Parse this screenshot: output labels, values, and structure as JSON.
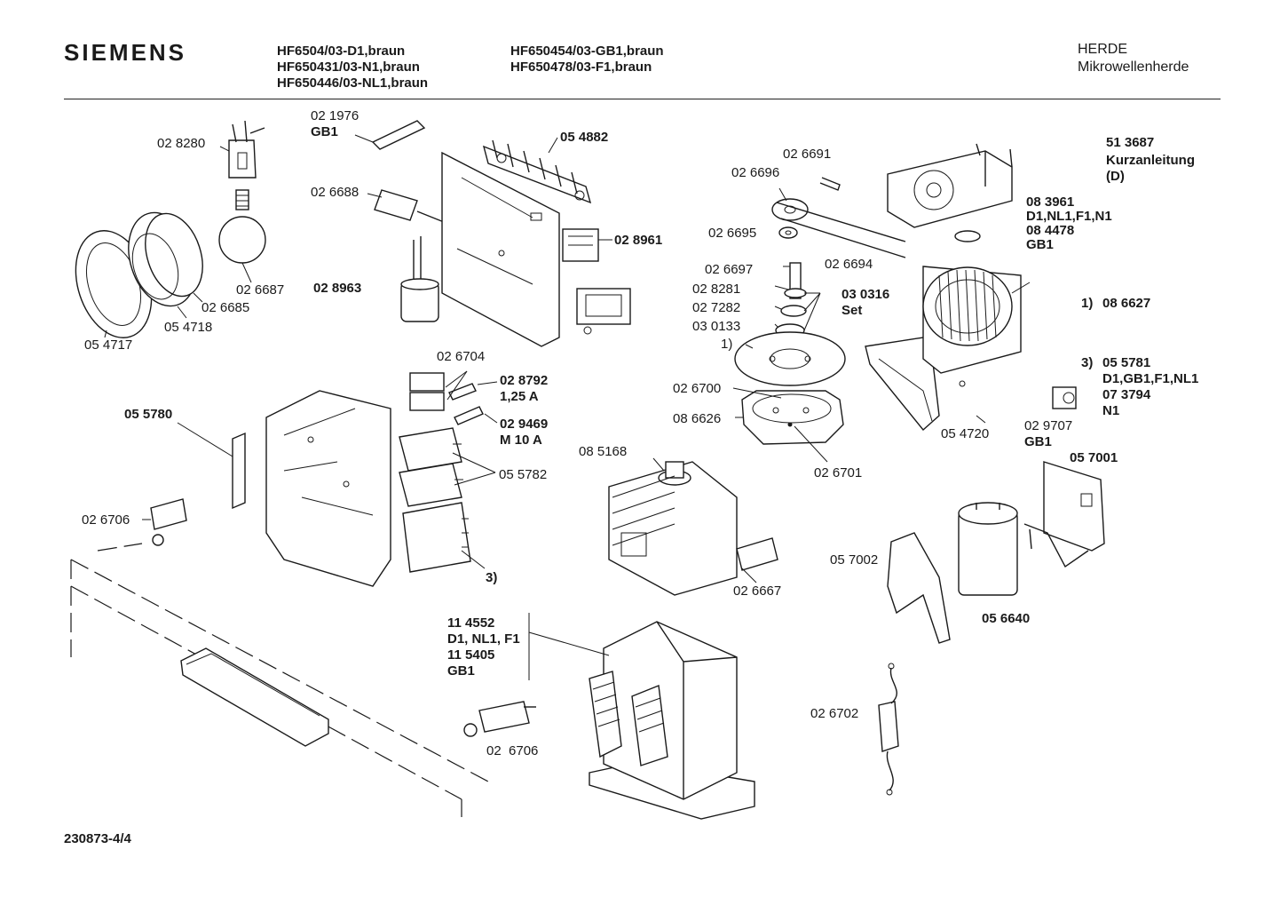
{
  "header": {
    "brand": "SIEMENS",
    "models_col1": [
      "HF6504/03-D1,braun",
      "HF650431/03-N1,braun",
      "HF650446/03-NL1,braun"
    ],
    "models_col2": [
      "HF650454/03-GB1,braun",
      "HF650478/03-F1,braun"
    ],
    "category": "HERDE",
    "subcategory": "Mikrowellenherde"
  },
  "labels": {
    "p028280": "02 8280",
    "p021976": "02 1976",
    "p021976_var": "GB1",
    "p054882": "05 4882",
    "p026688": "02 6688",
    "p028961": "02 8961",
    "p028963": "02 8963",
    "p026687": "02 6687",
    "p026685": "02 6685",
    "p054718": "05 4718",
    "p054717": "05 4717",
    "p026691": "02 6691",
    "p026696": "02 6696",
    "p026695": "02 6695",
    "p026694": "02 6694",
    "p026697": "02 6697",
    "p028281": "02 8281",
    "p027282": "02 7282",
    "p030133": "03 0133",
    "p030316": "03 0316",
    "p030316_set": "Set",
    "ref1_small": "1)",
    "p026700": "02 6700",
    "p086626": "08 6626",
    "p026701": "02 6701",
    "p513687": "51 3687",
    "kurzanleitung": "Kurzanleitung",
    "kurz_lang": "(D)",
    "p083961": "08 3961",
    "p083961_var": "D1,NL1,F1,N1",
    "p084478": "08 4478",
    "p084478_var": "GB1",
    "ref1": "1)",
    "p086627": "08 6627",
    "ref3": "3)",
    "p055781": "05 5781",
    "p055781_var": "D1,GB1,F1,NL1",
    "p073794": "07 3794",
    "p073794_var": "N1",
    "p029707": "02 9707",
    "p029707_var": "GB1",
    "p054720": "05 4720",
    "p057001": "05 7001",
    "p026704": "02 6704",
    "p028792": "02 8792",
    "p028792_val": "1,25 A",
    "p029469": "02 9469",
    "p029469_val": "M 10 A",
    "p055780": "05 5780",
    "p055782": "05 5782",
    "ref3_small": "3)",
    "p085168": "08 5168",
    "p026667": "02 6667",
    "p026706a": "02 6706",
    "p057002": "05 7002",
    "p056640": "05 6640",
    "p114552": "11 4552",
    "p114552_var": "D1, NL1, F1",
    "p115405": "11 5405",
    "p115405_var": "GB1",
    "p026706b": "02  6706",
    "p026702": "02 6702"
  },
  "footer": {
    "drawing_id": "230873-4/4"
  }
}
